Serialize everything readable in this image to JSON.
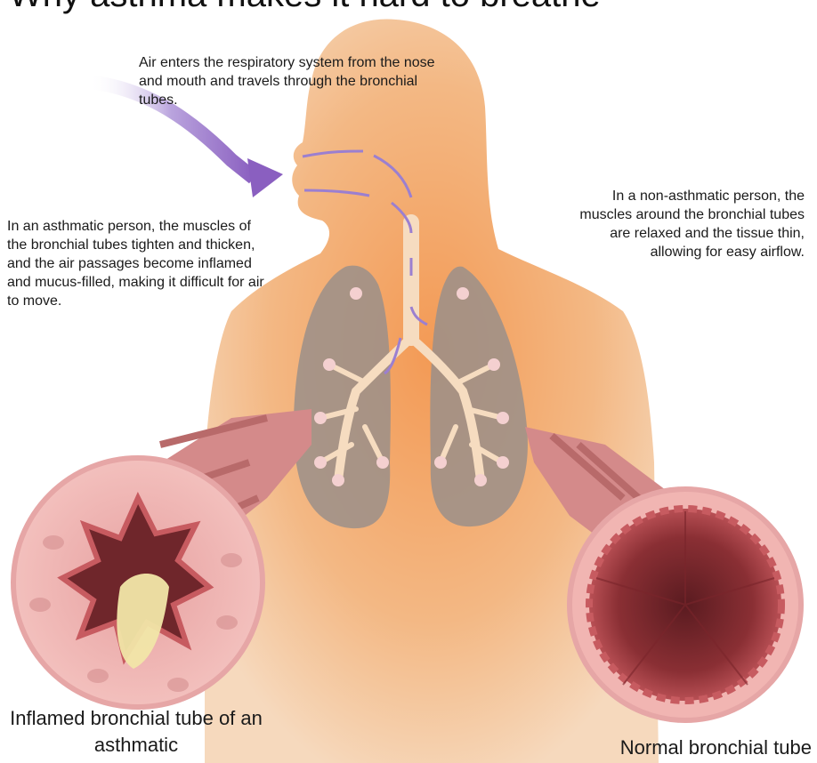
{
  "title": "Why asthma makes it hard to breathe",
  "notes": {
    "air": "Air enters the respiratory system from the nose and mouth and travels through the bronchial tubes.",
    "asthmatic": "In an asthmatic person, the muscles of the bronchial tubes tighten and thicken, and the air passages become inflamed and mucus-filled, making it difficult for air to move.",
    "normal": "In a non-asthmatic person, the muscles around the bronchial tubes are relaxed and the tissue thin, allowing for easy airflow."
  },
  "captions": {
    "inflamed": "Inflamed bronchial tube of an asthmatic",
    "normal": "Normal bronchial tube"
  },
  "colors": {
    "body": "#f3b884",
    "lungs": "#9a8f8a",
    "airways": "#f6dcc0",
    "tube_wall": "#d98a8a",
    "tube_inner": "#8a2f34",
    "mucus": "#f1e6a8",
    "air_arrow": "#8a5fc0"
  }
}
